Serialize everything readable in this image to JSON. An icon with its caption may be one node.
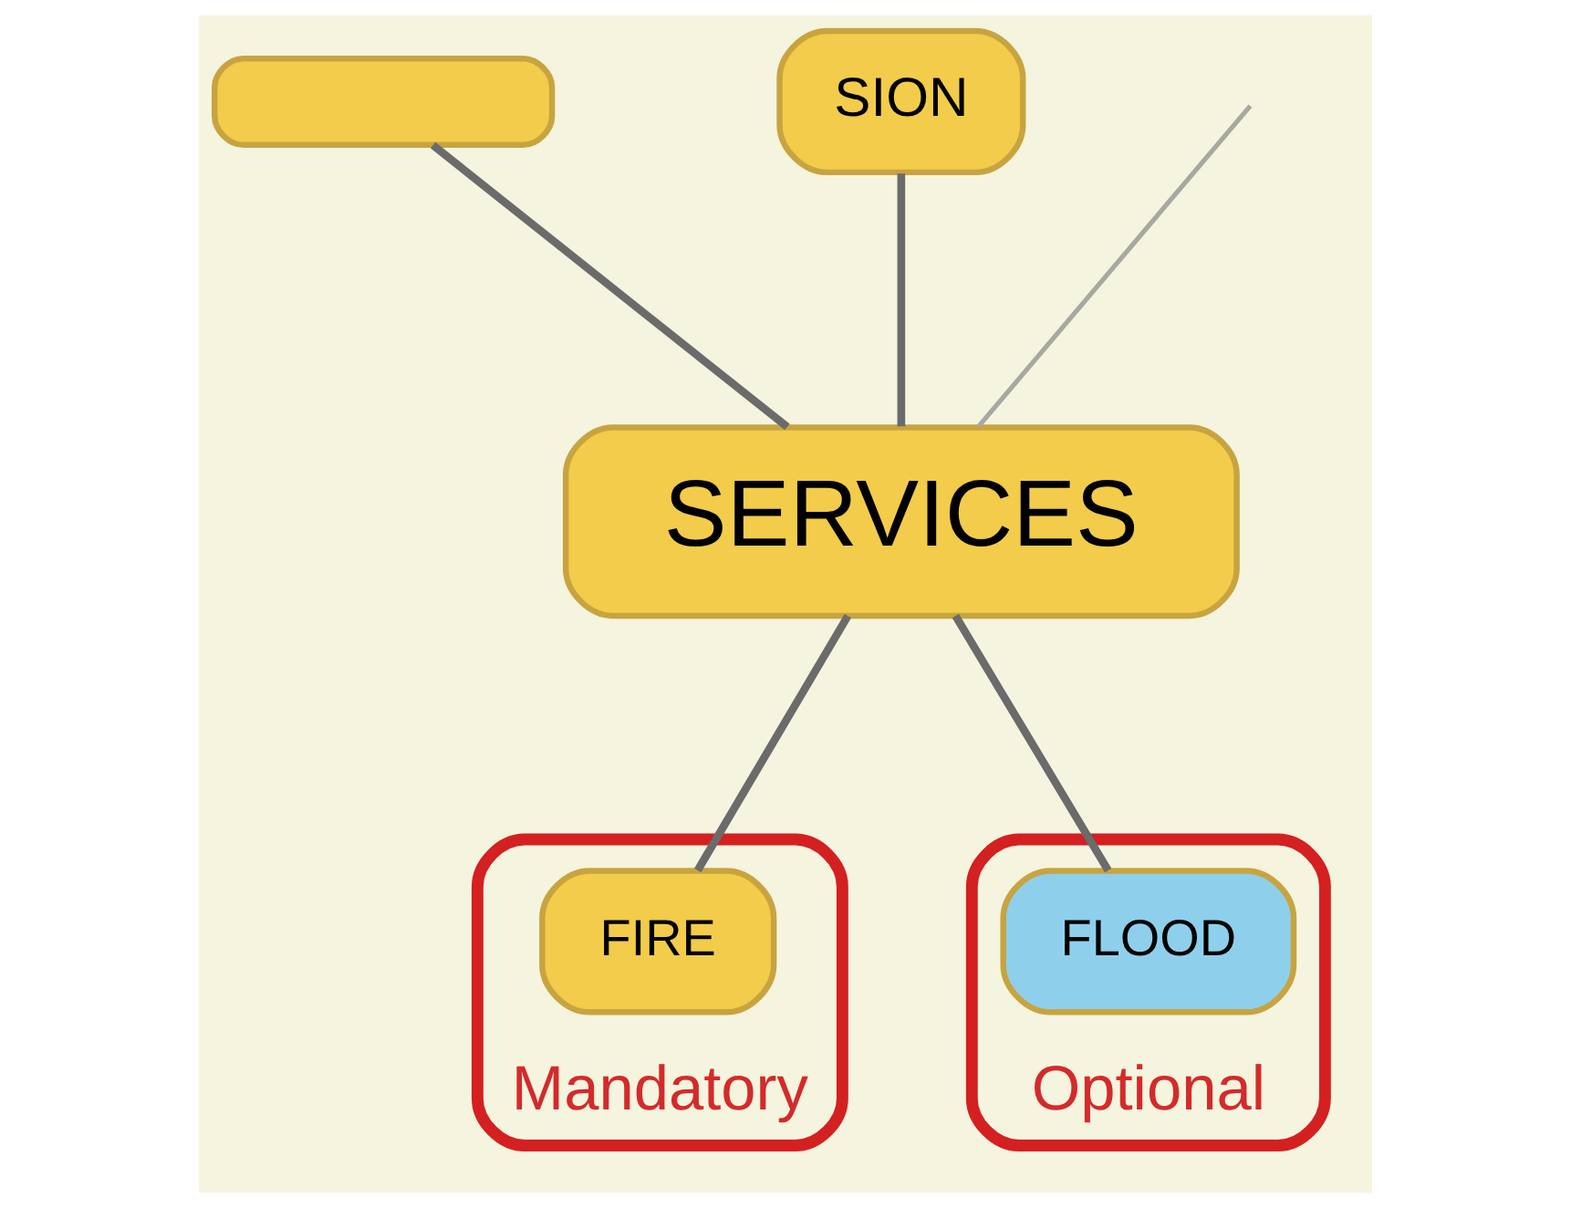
{
  "diagram": {
    "nodes": [
      {
        "text": [],
        "shape": "box"
      },
      {
        "text": [
          "SION"
        ]
      },
      {
        "text": [
          "SERVICES"
        ]
      },
      {
        "text": [
          "Mandatory"
        ]
      },
      {
        "text": [
          "FIRE"
        ],
        "in": 3
      },
      {
        "text": [
          "Optional"
        ]
      },
      {
        "text": [
          "FLOOD"
        ],
        "in": 5
      }
    ],
    "edges": [
      {
        "from": 2,
        "to": null,
        "arrow": "none",
        "color": "#a8a8a0"
      },
      {
        "from": 0,
        "to": 2,
        "arrow": "none"
      },
      {
        "from": 1,
        "to": 2,
        "arrow": "none"
      },
      {
        "from": 2,
        "to": 4,
        "arrow": "none"
      },
      {
        "from": 2,
        "to": 6,
        "arrow": "none"
      }
    ]
  }
}
